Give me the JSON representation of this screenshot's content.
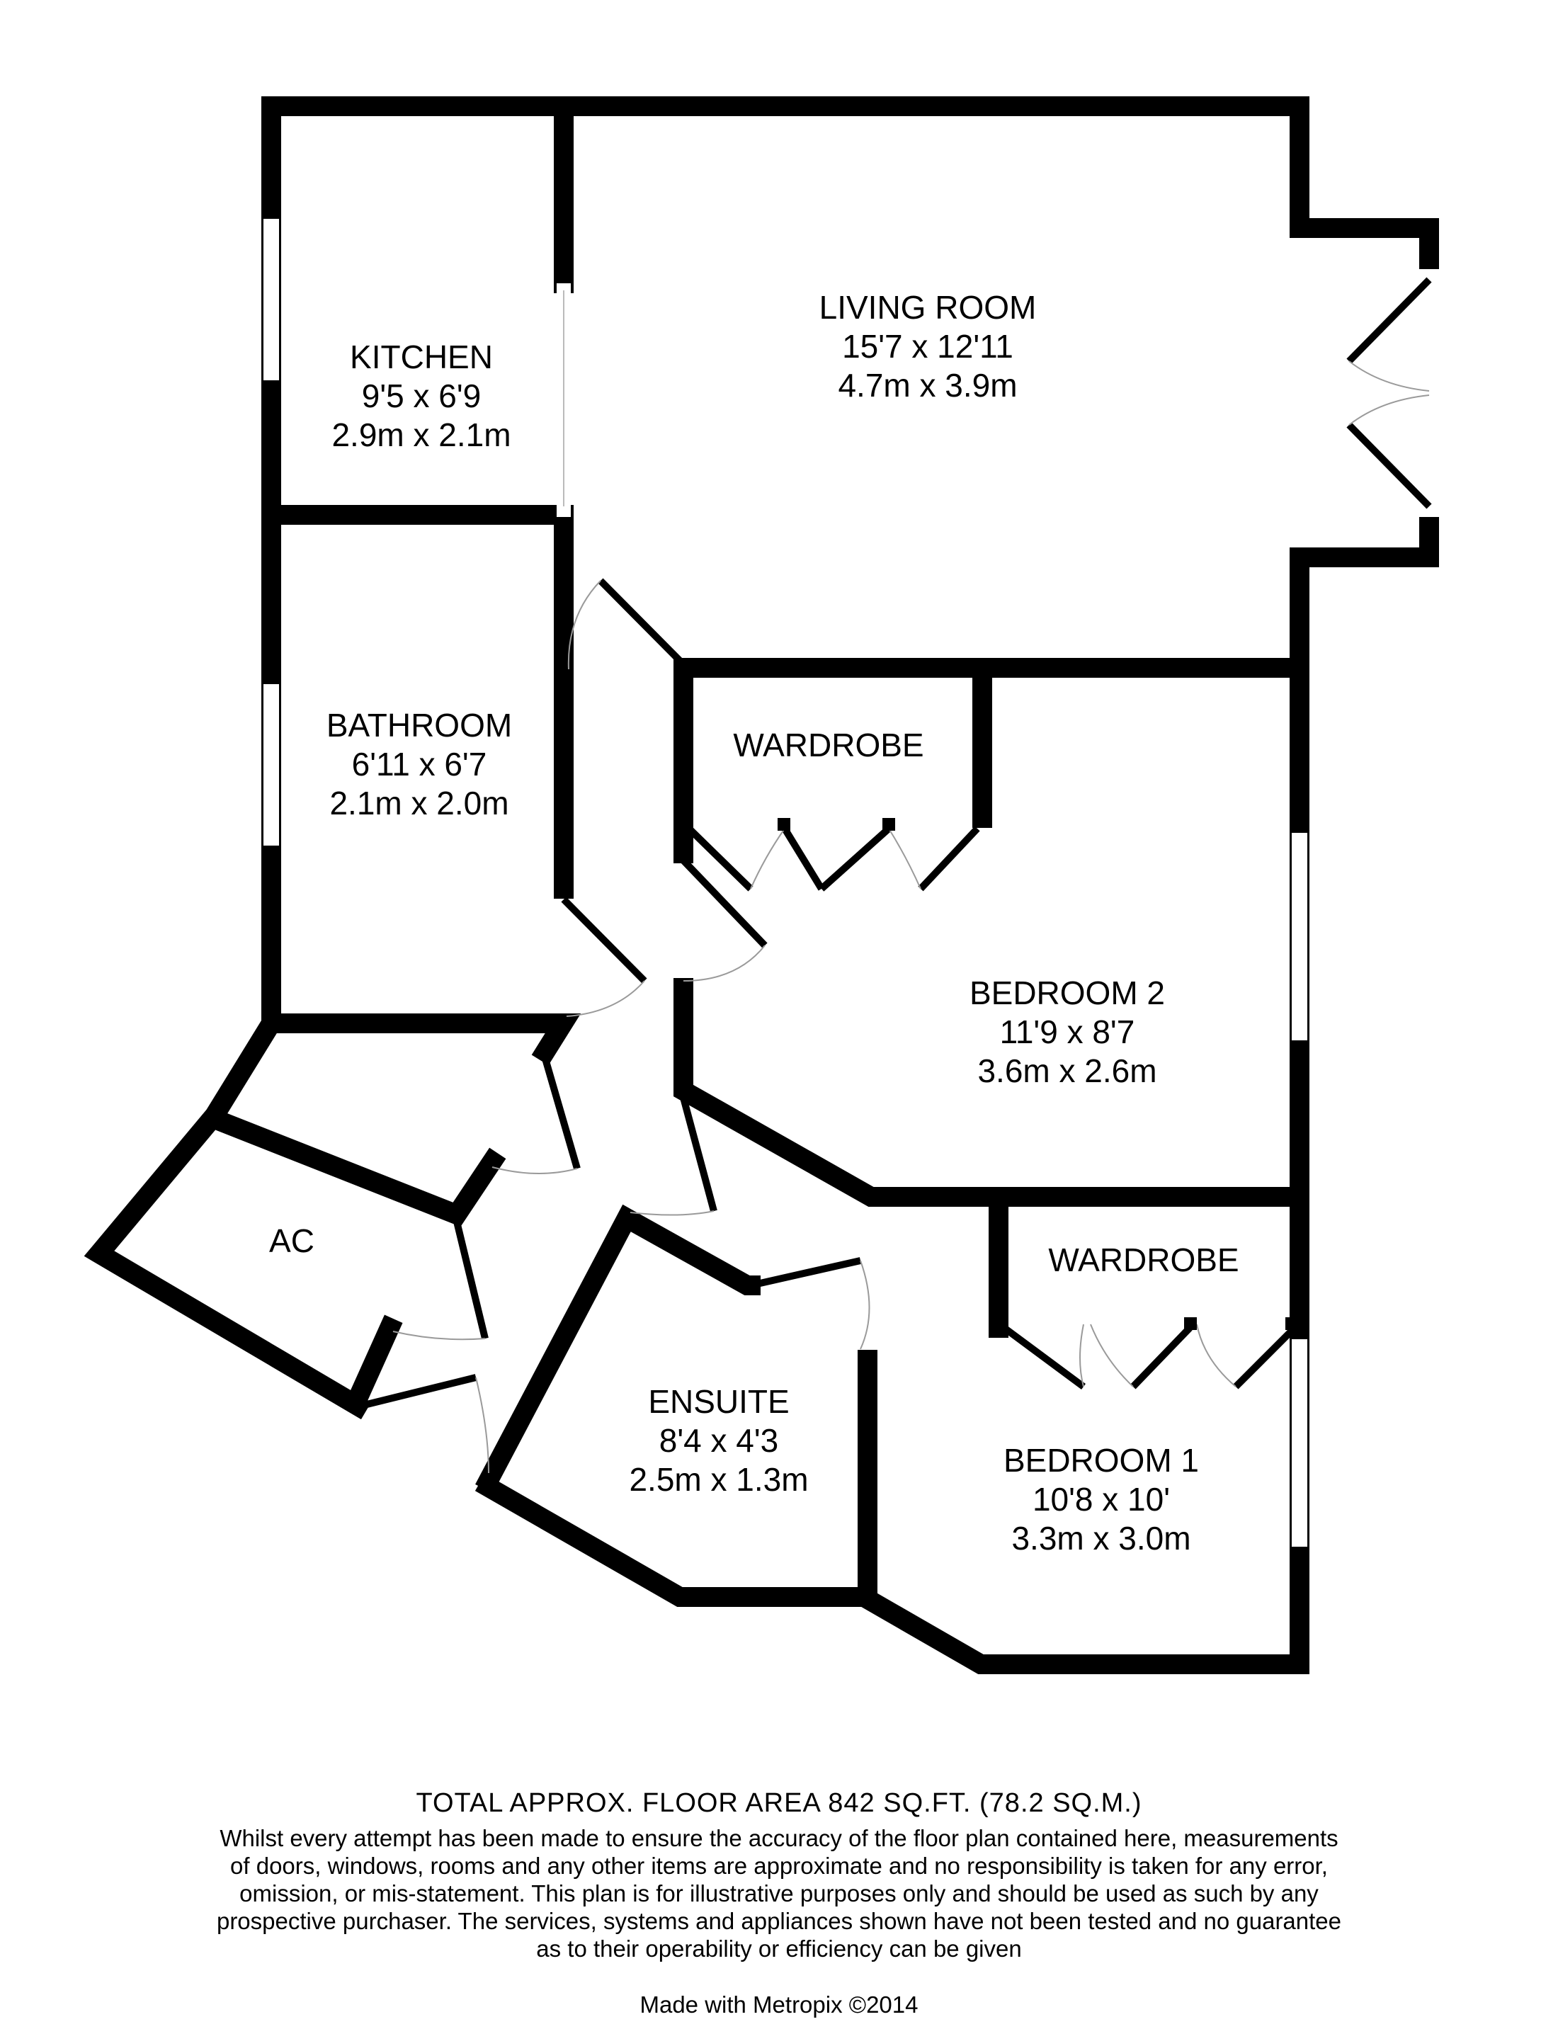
{
  "rooms": {
    "kitchen": {
      "name": "KITCHEN",
      "imperial": "9'5 x 6'9",
      "metric": "2.9m x 2.1m"
    },
    "living_room": {
      "name": "LIVING ROOM",
      "imperial": "15'7 x 12'11",
      "metric": "4.7m x 3.9m"
    },
    "bathroom": {
      "name": "BATHROOM",
      "imperial": "6'11 x 6'7",
      "metric": "2.1m x 2.0m"
    },
    "wardrobe_top": {
      "name": "WARDROBE"
    },
    "bedroom_2": {
      "name": "BEDROOM 2",
      "imperial": "11'9 x 8'7",
      "metric": "3.6m x 2.6m"
    },
    "ac": {
      "name": "AC"
    },
    "wardrobe_bottom": {
      "name": "WARDROBE"
    },
    "ensuite": {
      "name": "ENSUITE",
      "imperial": "8'4 x 4'3",
      "metric": "2.5m x 1.3m"
    },
    "bedroom_1": {
      "name": "BEDROOM 1",
      "imperial": "10'8 x 10'",
      "metric": "3.3m x 3.0m"
    }
  },
  "footer": {
    "total_area": "TOTAL APPROX. FLOOR AREA 842 SQ.FT. (78.2 SQ.M.)",
    "disclaimer_lines": [
      "Whilst every attempt has been made to ensure the accuracy of the floor plan contained here, measurements",
      "of doors, windows, rooms and any other items are approximate and no responsibility is taken for any error,",
      "omission, or mis-statement. This plan is for illustrative purposes only and should be used as such by any",
      "prospective purchaser. The services, systems and appliances shown have not been tested and no guarantee",
      "as to their operability or efficiency can be given"
    ],
    "credit": "Made with Metropix ©2014"
  },
  "colors": {
    "wall": "#000000",
    "window": "#ffffff",
    "door_arc": "#9a9a9a"
  }
}
